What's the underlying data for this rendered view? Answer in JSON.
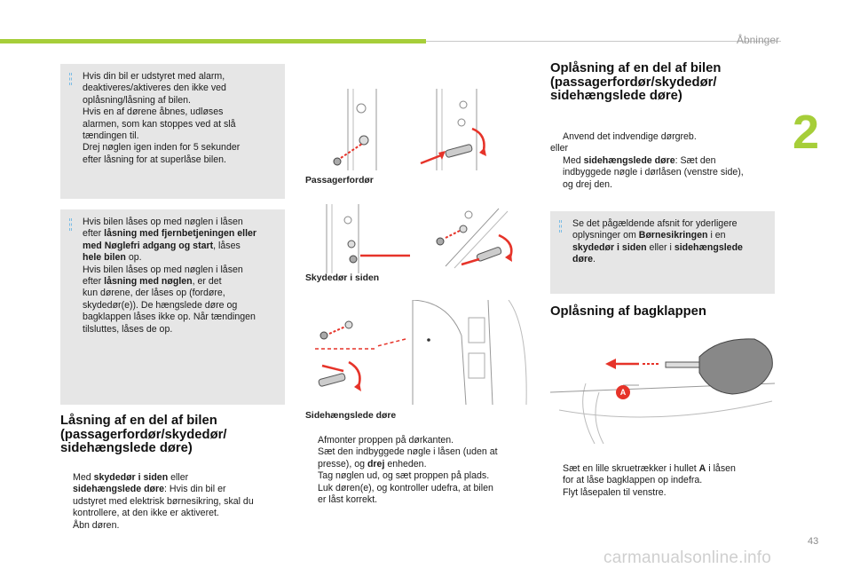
{
  "header": {
    "title": "Åbninger",
    "chapter": "2",
    "page": "43"
  },
  "watermark": "carmanualsonline.info",
  "left": {
    "note1": [
      "Hvis din bil er udstyret med alarm,",
      "deaktiveres/aktiveres den ikke ved",
      "oplåsning/låsning af bilen.",
      "Hvis en af dørene åbnes, udløses",
      "alarmen, som kan stoppes ved at slå",
      "tændingen til.",
      "Drej nøglen igen inden for 5 sekunder",
      "efter låsning for at superlåse bilen."
    ],
    "note2": {
      "l1": "Hvis bilen låses op med nøglen i låsen",
      "l2a": "efter ",
      "l2b": "låsning med fjernbetjeningen eller",
      "l3a": "med Nøglefri adgang og start",
      "l3b": ", låses",
      "l4a": "hele bilen",
      "l4b": " op.",
      "l5": "Hvis bilen låses op med nøglen i låsen",
      "l6a": "efter ",
      "l6b": "låsning med nøglen",
      "l6c": ", er det",
      "l7": "kun dørene, der låses op (fordøre,",
      "l8": "skydedør(e)). De hængslede døre og",
      "l9": "bagklappen låses ikke op. Når tændingen",
      "l10": "tilsluttes, låses de op."
    },
    "section_title": [
      "Låsning af en del af bilen",
      "(passagerfordør/skydedør/",
      "sidehængslede døre)"
    ],
    "step1": {
      "a": "Med ",
      "b": "skydedør i siden",
      "c": " eller",
      "d": "sidehængslede døre",
      "e": ": Hvis din bil er",
      "f": "udstyret med elektrisk børnesikring, skal du",
      "g": "kontrollere, at den ikke er aktiveret."
    },
    "step2": "Åbn døren."
  },
  "middle": {
    "caption1": "Passagerfordør",
    "caption2": "Skydedør i siden",
    "caption3": "Sidehængslede døre",
    "steps": {
      "s1": "Afmonter proppen på dørkanten.",
      "s2a": "Sæt den indbyggede nøgle i låsen (uden at",
      "s2b": "presse), og ",
      "s2c": "drej",
      "s2d": " enheden.",
      "s3": "Tag nøglen ud, og sæt proppen på plads.",
      "s4a": "Luk døren(e), og kontroller udefra, at bilen",
      "s4b": "er låst korrekt."
    }
  },
  "right": {
    "section1_title": [
      "Oplåsning af en del af bilen",
      "(passagerfordør/skydedør/",
      "sidehængslede døre)"
    ],
    "s1": "Anvend det indvendige dørgreb.",
    "or": "eller",
    "s2": {
      "a": "Med ",
      "b": "sidehængslede døre",
      "c": ": Sæt den",
      "d": "indbyggede nøgle i dørlåsen (venstre side),",
      "e": "og drej den."
    },
    "note3": {
      "l1": "Se det pågældende afsnit for yderligere",
      "l2a": "oplysninger om ",
      "l2b": "Børnesikringen",
      "l2c": " i en",
      "l3a": "skydedør i siden",
      "l3b": " eller i ",
      "l3c": "sidehængslede",
      "l4a": "døre",
      "l4b": "."
    },
    "section2_title": "Oplåsning af bagklappen",
    "label_a": "A",
    "s3": {
      "a": "Sæt en lille skruetrækker i hullet ",
      "b": "A",
      "c": " i låsen",
      "d": "for at låse bagklappen op indefra."
    },
    "s4": "Flyt låsepalen til venstre."
  },
  "bullet": "",
  "colors": {
    "accent": "#a6ce39",
    "note_bg": "#e6e6e6",
    "arrow": "#e63329",
    "info_bar": "#7bbce5"
  }
}
